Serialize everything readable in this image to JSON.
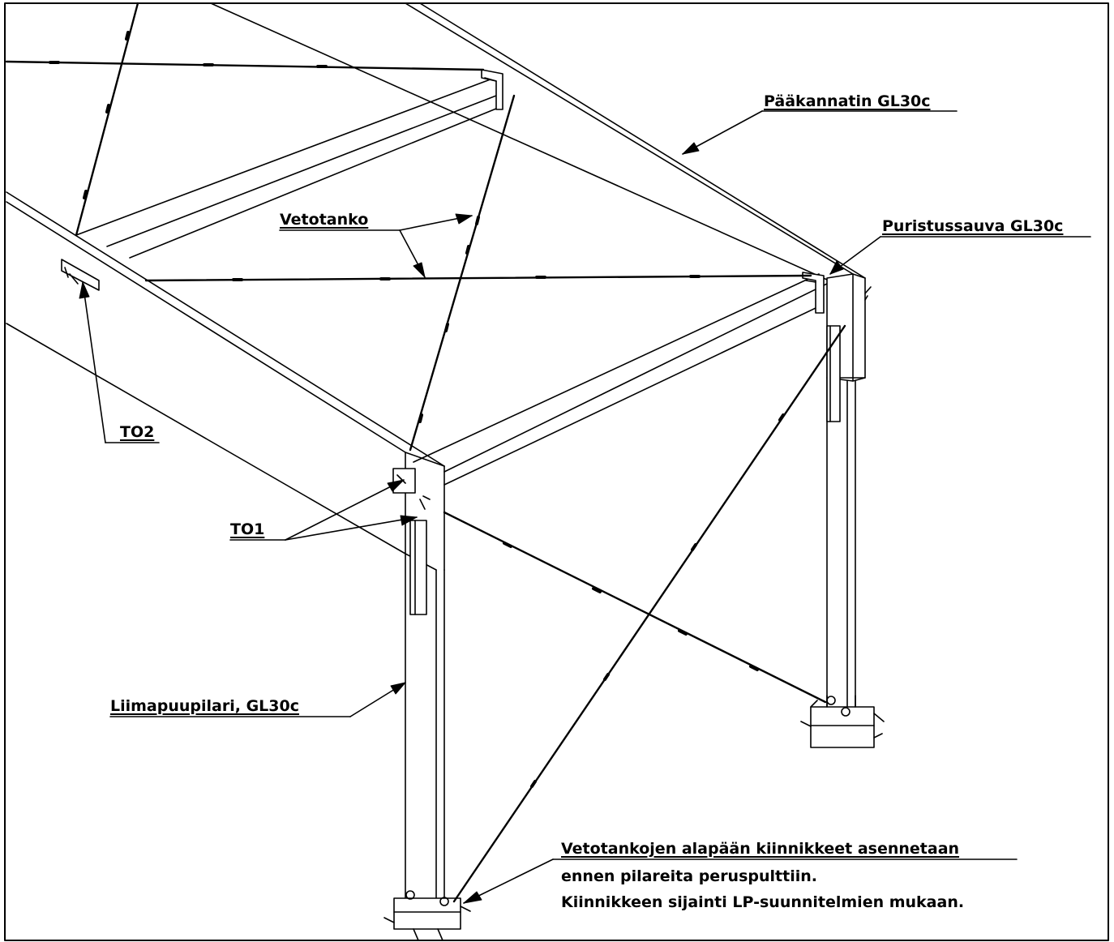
{
  "drawing": {
    "labels": {
      "main_beam": "Pääkannatin GL30c",
      "tie_rod": "Vetotanko",
      "compression_strut": "Puristussauva GL30c",
      "to2": "TO2",
      "to1": "TO1",
      "column": "Liimapuupilari, GL30c",
      "note_line1": "Vetotankojen alapään kiinnikkeet asennetaan",
      "note_line2": "ennen pilareita peruspulttiin.",
      "note_line3": "Kiinnikkeen sijainti LP-suunnitelmien mukaan."
    },
    "colors": {
      "line": "#000000",
      "background": "#ffffff"
    }
  }
}
